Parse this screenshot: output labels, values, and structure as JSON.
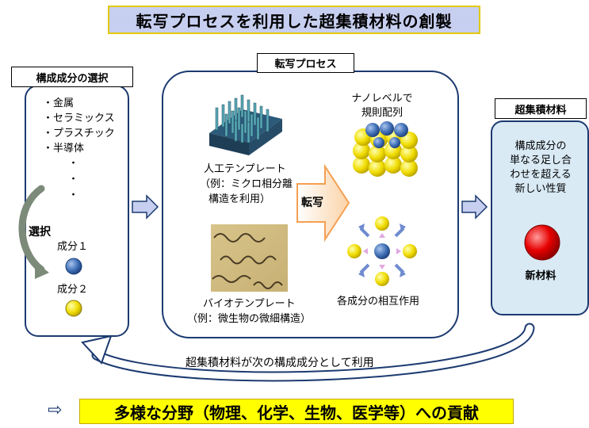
{
  "title": "転写プロセスを利用した超集積材料の創製",
  "left_panel": {
    "label": "構成成分の選択",
    "items": [
      "・金属",
      "・セラミックス",
      "・プラスチック",
      "・半導体"
    ],
    "dots": [
      "・",
      "・",
      "・"
    ],
    "select_label": "選択",
    "component1": "成分１",
    "component2": "成分２"
  },
  "middle_panel": {
    "label": "転写プロセス",
    "artificial_template": "人工テンプレート",
    "artificial_example_1": "（例：ミクロ相分離",
    "artificial_example_2": "構造を利用）",
    "bio_template": "バイオテンプレート",
    "bio_example": "（例：微生物の微細構造）",
    "transfer": "転写",
    "nano_1": "ナノレベルで",
    "nano_2": "規則配列",
    "interaction": "各成分の相互作用"
  },
  "right_panel": {
    "label": "超集積材料",
    "desc": [
      "構成成分の",
      "単なる足し合",
      "わせを超える",
      "新しい性質"
    ],
    "new_material": "新材料"
  },
  "feedback": "超集積材料が次の構成成分として利用",
  "bottom_arrow": "⇨",
  "bottom": "多様な分野（物理、化学、生物、医学等）への貢献",
  "colors": {
    "title_bg": "#c7cff0",
    "blue_ball": "#3f6fb5",
    "yellow_ball": "#f5e400",
    "red_ball": "#e60000",
    "right_panel_bg": "#d9eaf5",
    "bottom_bg": "#ffff00"
  }
}
